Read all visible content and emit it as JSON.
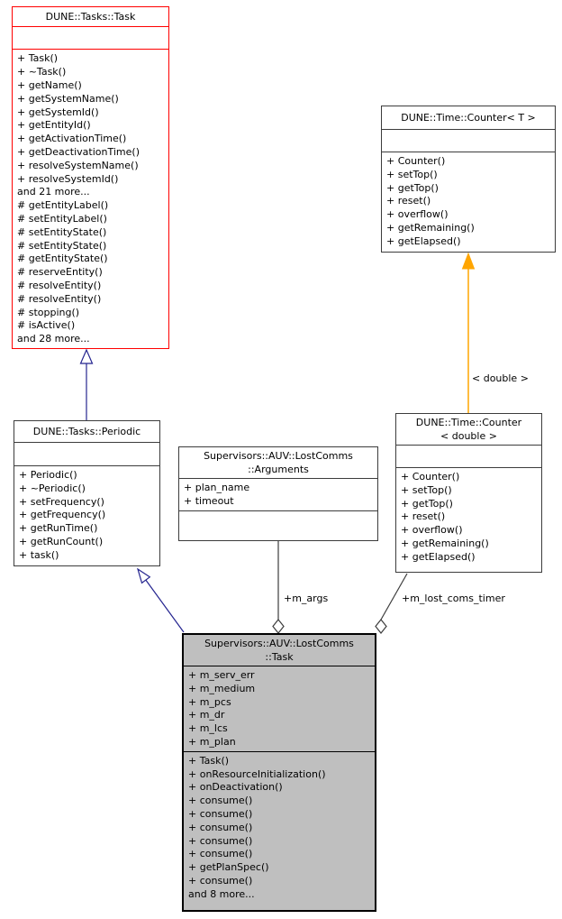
{
  "diagram_type": "uml-class-collaboration-diagram",
  "colors": {
    "highlight_border": "#ff0000",
    "node_border": "#3c3c3c",
    "selected_border": "#000000",
    "node_fill": "#ffffff",
    "selected_fill": "#bfbfbf",
    "inheritance_arrow": "#24248f",
    "template_arrow": "#ffa500",
    "aggregation_edge": "#3c3c3c"
  },
  "classes": {
    "task": {
      "title_lines": [
        "DUNE::Tasks::Task"
      ],
      "attributes": [],
      "methods": [
        "+ Task()",
        "+ ~Task()",
        "+ getName()",
        "+ getSystemName()",
        "+ getSystemId()",
        "+ getEntityId()",
        "+ getActivationTime()",
        "+ getDeactivationTime()",
        "+ resolveSystemName()",
        "+ resolveSystemId()",
        "and 21 more...",
        "# getEntityLabel()",
        "# setEntityLabel()",
        "# setEntityState()",
        "# setEntityState()",
        "# getEntityState()",
        "# reserveEntity()",
        "# resolveEntity()",
        "# resolveEntity()",
        "# stopping()",
        "# isActive()",
        "and 28 more..."
      ]
    },
    "counter_t": {
      "title_lines": [
        "DUNE::Time::Counter< T >"
      ],
      "attributes": [],
      "methods": [
        "+ Counter()",
        "+ setTop()",
        "+ getTop()",
        "+ reset()",
        "+ overflow()",
        "+ getRemaining()",
        "+ getElapsed()"
      ]
    },
    "periodic": {
      "title_lines": [
        "DUNE::Tasks::Periodic"
      ],
      "attributes": [],
      "methods": [
        "+ Periodic()",
        "+ ~Periodic()",
        "+ setFrequency()",
        "+ getFrequency()",
        "+ getRunTime()",
        "+ getRunCount()",
        "+ task()"
      ]
    },
    "arguments": {
      "title_lines": [
        "Supervisors::AUV::LostComms",
        "::Arguments"
      ],
      "attributes": [
        "+ plan_name",
        "+ timeout"
      ],
      "methods": []
    },
    "counter_double": {
      "title_lines": [
        "DUNE::Time::Counter",
        "< double >"
      ],
      "attributes": [],
      "methods": [
        "+ Counter()",
        "+ setTop()",
        "+ getTop()",
        "+ reset()",
        "+ overflow()",
        "+ getRemaining()",
        "+ getElapsed()"
      ]
    },
    "lostcomms_task": {
      "title_lines": [
        "Supervisors::AUV::LostComms",
        "::Task"
      ],
      "attributes": [
        "+ m_serv_err",
        "+ m_medium",
        "+ m_pcs",
        "+ m_dr",
        "+ m_lcs",
        "+ m_plan"
      ],
      "methods": [
        "+ Task()",
        "+ onResourceInitialization()",
        "+ onDeactivation()",
        "+ consume()",
        "+ consume()",
        "+ consume()",
        "+ consume()",
        "+ consume()",
        "+ getPlanSpec()",
        "+ consume()",
        "and 8 more..."
      ]
    }
  },
  "edges": {
    "m_args": {
      "label": "+m_args"
    },
    "m_lost_coms_timer": {
      "label": "+m_lost_coms_timer"
    },
    "template_instance": {
      "label": "< double >"
    }
  }
}
